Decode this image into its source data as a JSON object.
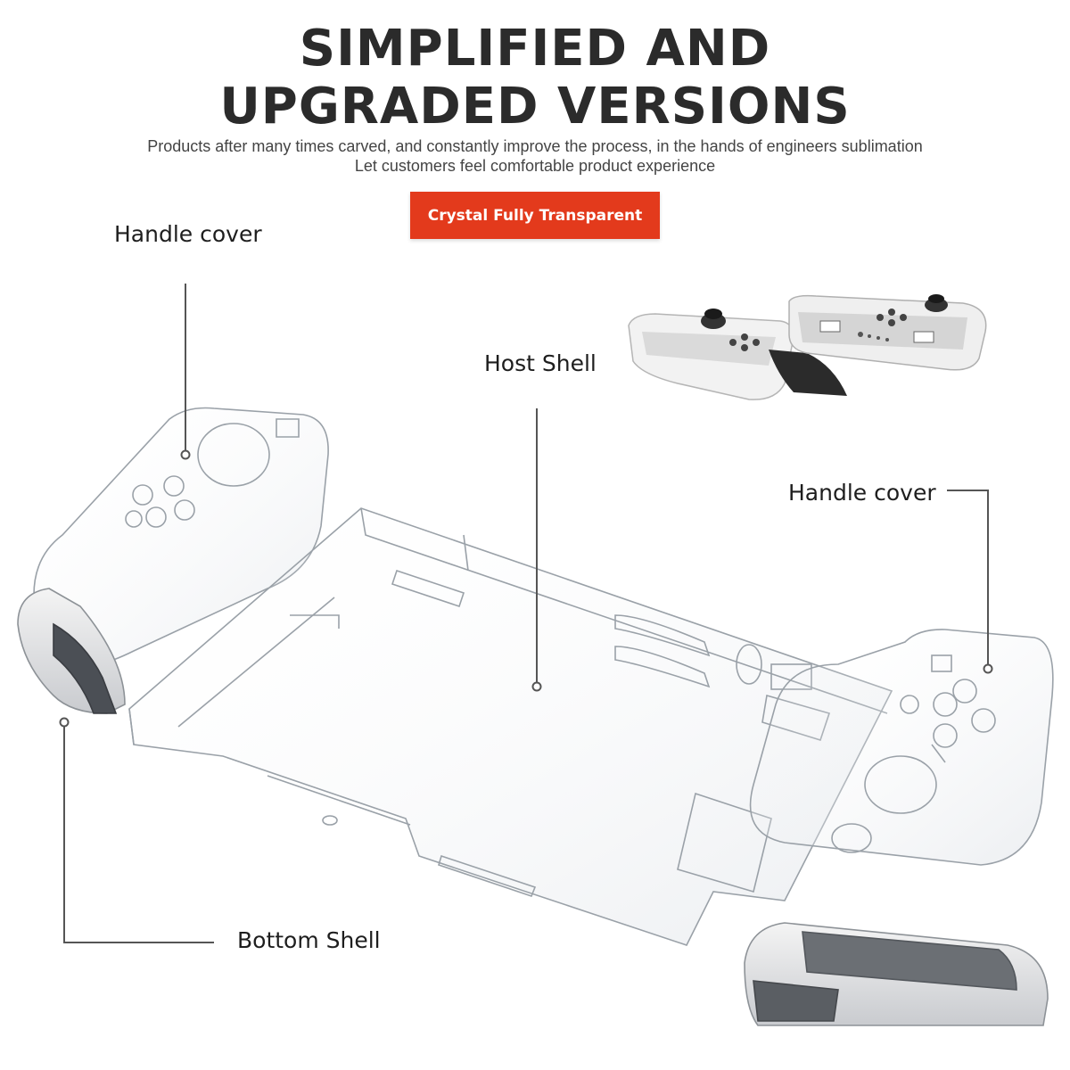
{
  "header": {
    "title_line1": "SIMPLIFIED AND",
    "title_line2": "UPGRADED VERSIONS",
    "subtitle_line1": "Products after many times carved, and constantly improve the process, in the hands of engineers sublimation",
    "subtitle_line2": "Let customers feel comfortable product experience"
  },
  "badge": {
    "label": "Crystal Fully Transparent",
    "color": "#e33a1c"
  },
  "callouts": {
    "handle_cover_left": "Handle cover",
    "host_shell": "Host Shell",
    "handle_cover_right": "Handle cover",
    "bottom_shell": "Bottom Shell"
  },
  "images": {
    "product": "clear-switch-case-icon",
    "inset": "joycon-controllers-icon"
  }
}
